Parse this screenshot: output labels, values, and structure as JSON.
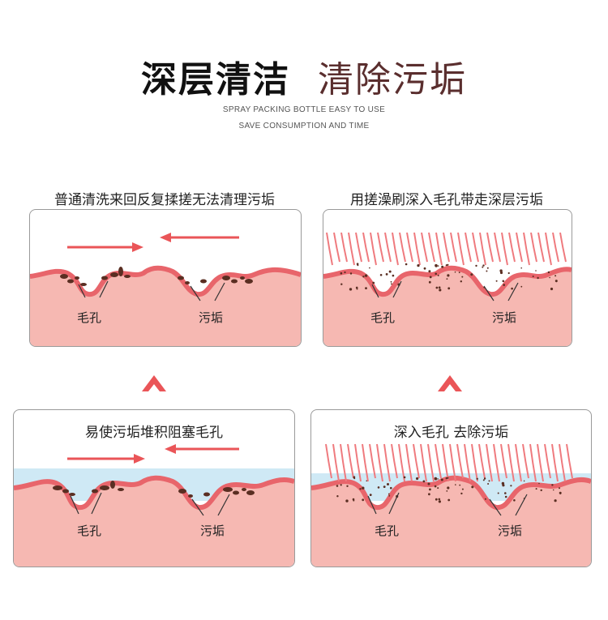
{
  "header": {
    "title_left": "深层清洁",
    "title_right": "清除污垢",
    "sub_line1": "SPRAY PACKING BOTTLE EASY TO USE",
    "sub_line2": "SAVE CONSUMPTION AND TIME"
  },
  "panels": {
    "top_left": {
      "caption": "普通清洗来回反复揉搓无法清理污垢",
      "pore": "毛孔",
      "dirt": "污垢"
    },
    "top_right": {
      "caption": "用搓澡刷深入毛孔带走深层污垢",
      "pore": "毛孔",
      "dirt": "污垢"
    },
    "bottom_left": {
      "caption": "易使污垢堆积阻塞毛孔",
      "pore": "毛孔",
      "dirt": "污垢"
    },
    "bottom_right": {
      "caption": "深入毛孔 去除污垢",
      "pore": "毛孔",
      "dirt": "污垢"
    }
  },
  "colors": {
    "skin": "#f6b8b2",
    "skin_line": "#e8656b",
    "arrow": "#ea5558",
    "water": "#cfe9f5",
    "dirt": "#5a2e22",
    "bristle": "#ef7a7e"
  }
}
